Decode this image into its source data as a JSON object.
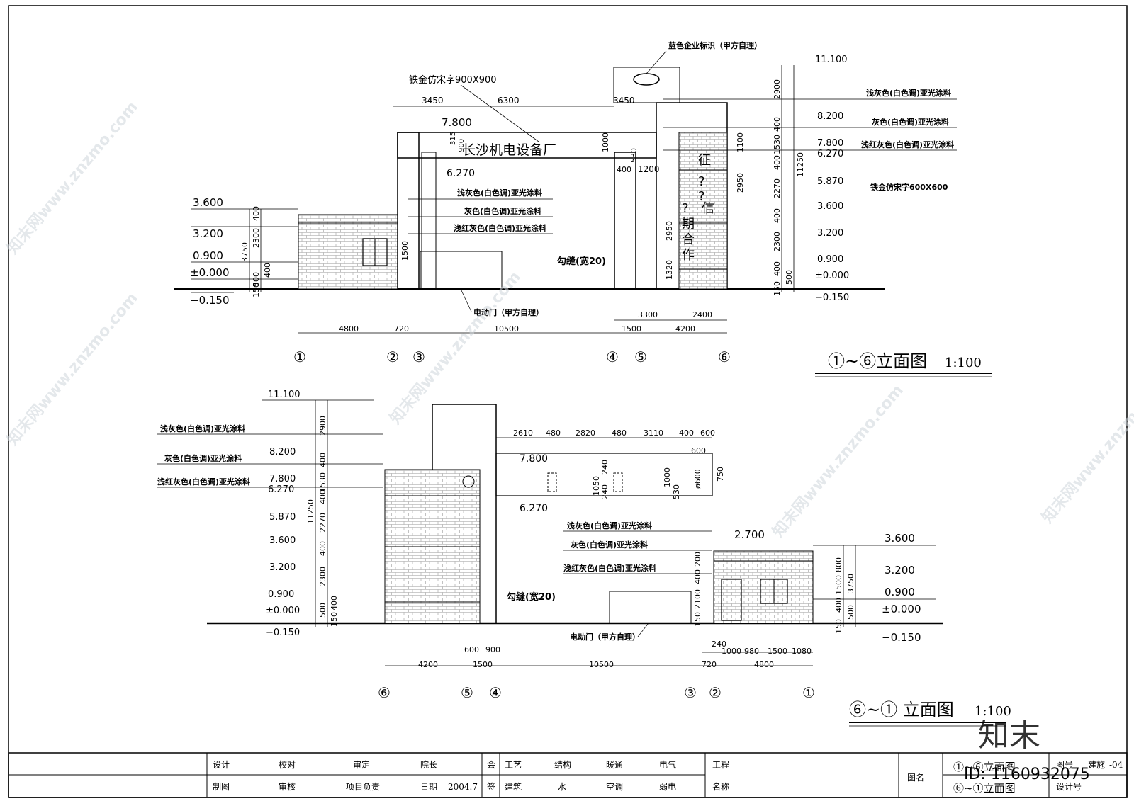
{
  "elev1": {
    "title": "①~⑥立面图",
    "scale": "1:100",
    "signage_text": "长沙机电设备厂",
    "logo_note": "蓝色企业标识（甲方自理）",
    "text_note": "铁金仿宋字900X900",
    "pillar_chars": [
      "征",
      "?",
      "?",
      "信",
      "?",
      "期",
      "合",
      "作"
    ],
    "pillar_text_note": "铁金仿宋字600X600",
    "gate_note": "电动门（甲方自理）",
    "joint_note": "勾缝(宽20)",
    "mat_light": "浅灰色(白色调)亚光涂料",
    "mat_grey": "灰色(白色调)亚光涂料",
    "mat_red": "浅红灰色(白色调)亚光涂料",
    "left_levels": [
      "3.600",
      "3.200",
      "0.900",
      "±0.000",
      "−0.150"
    ],
    "left_dims": [
      "400",
      "2300",
      "3750",
      "400",
      "500",
      "150",
      "1500"
    ],
    "right_levels": [
      "11.100",
      "8.200",
      "7.800",
      "6.270",
      "5.870",
      "3.600",
      "3.200",
      "0.900",
      "±0.000",
      "−0.150"
    ],
    "right_dims": [
      "2900",
      "400",
      "1530",
      "400",
      "2270",
      "11250",
      "400",
      "2300",
      "400",
      "500",
      "150"
    ],
    "top_levels": [
      "7.800",
      "6.270"
    ],
    "top_dims": [
      "3450",
      "6300",
      "3450",
      "315",
      "900",
      "1000",
      "530",
      "400",
      "1200",
      "1100",
      "2950",
      "2950",
      "1320"
    ],
    "bottom_dims": [
      "4800",
      "720",
      "10500",
      "3300",
      "2400",
      "1500",
      "4200"
    ],
    "axes": [
      "①",
      "②",
      "③",
      "④",
      "⑤",
      "⑥"
    ]
  },
  "elev2": {
    "title": "⑥~① 立面图",
    "scale": "1:100",
    "mat_light": "浅灰色(白色调)亚光涂料",
    "mat_grey": "灰色(白色调)亚光涂料",
    "mat_red": "浅红灰色(白色调)亚光涂料",
    "joint_note": "勾缝(宽20)",
    "gate_note": "电动门（甲方自理）",
    "left_levels": [
      "11.100",
      "8.200",
      "7.800",
      "6.270",
      "5.870",
      "3.600",
      "3.200",
      "0.900",
      "±0.000",
      "−0.150"
    ],
    "left_dims": [
      "2900",
      "400",
      "1530",
      "400",
      "2270",
      "11250",
      "400",
      "2300",
      "500",
      "150",
      "400"
    ],
    "top_levels": [
      "7.800",
      "6.270",
      "2.700"
    ],
    "top_dims": [
      "2610",
      "480",
      "2820",
      "480",
      "3110",
      "400",
      "600",
      "600",
      "1050",
      "240",
      "240",
      "1000",
      "530",
      "ø600",
      "750"
    ],
    "mid_dims": [
      "200",
      "400",
      "2100",
      "150"
    ],
    "right_levels": [
      "3.600",
      "3.200",
      "0.900",
      "±0.000",
      "−0.150"
    ],
    "right_dims": [
      "800",
      "1500",
      "3750",
      "400",
      "500",
      "150"
    ],
    "bottom_dims": [
      "600",
      "900",
      "4200",
      "1500",
      "10500",
      "720",
      "240",
      "1000",
      "980",
      "1500",
      "1080",
      "4800"
    ],
    "axes": [
      "⑥",
      "⑤",
      "④",
      "③",
      "②",
      "①"
    ]
  },
  "titleblock": {
    "row1": [
      "设计",
      "校对",
      "审定",
      "院长",
      "会",
      "工艺",
      "结构",
      "暖通",
      "电气",
      "工程"
    ],
    "row2": [
      "制图",
      "审核",
      "项目负责",
      "日期",
      "2004.7",
      "签",
      "建筑",
      "水",
      "空调",
      "弱电",
      "名称"
    ],
    "drawing_name_label": "图名",
    "drawing_names": [
      "①~⑥立面图",
      "⑥~①立面图"
    ],
    "right_labels": [
      "图号",
      "设计号"
    ],
    "right_values": [
      "建施",
      "-04"
    ]
  },
  "watermark": {
    "brand": "知末",
    "site": "知末网www.znzmo.com",
    "id": "ID: 1160932075"
  }
}
